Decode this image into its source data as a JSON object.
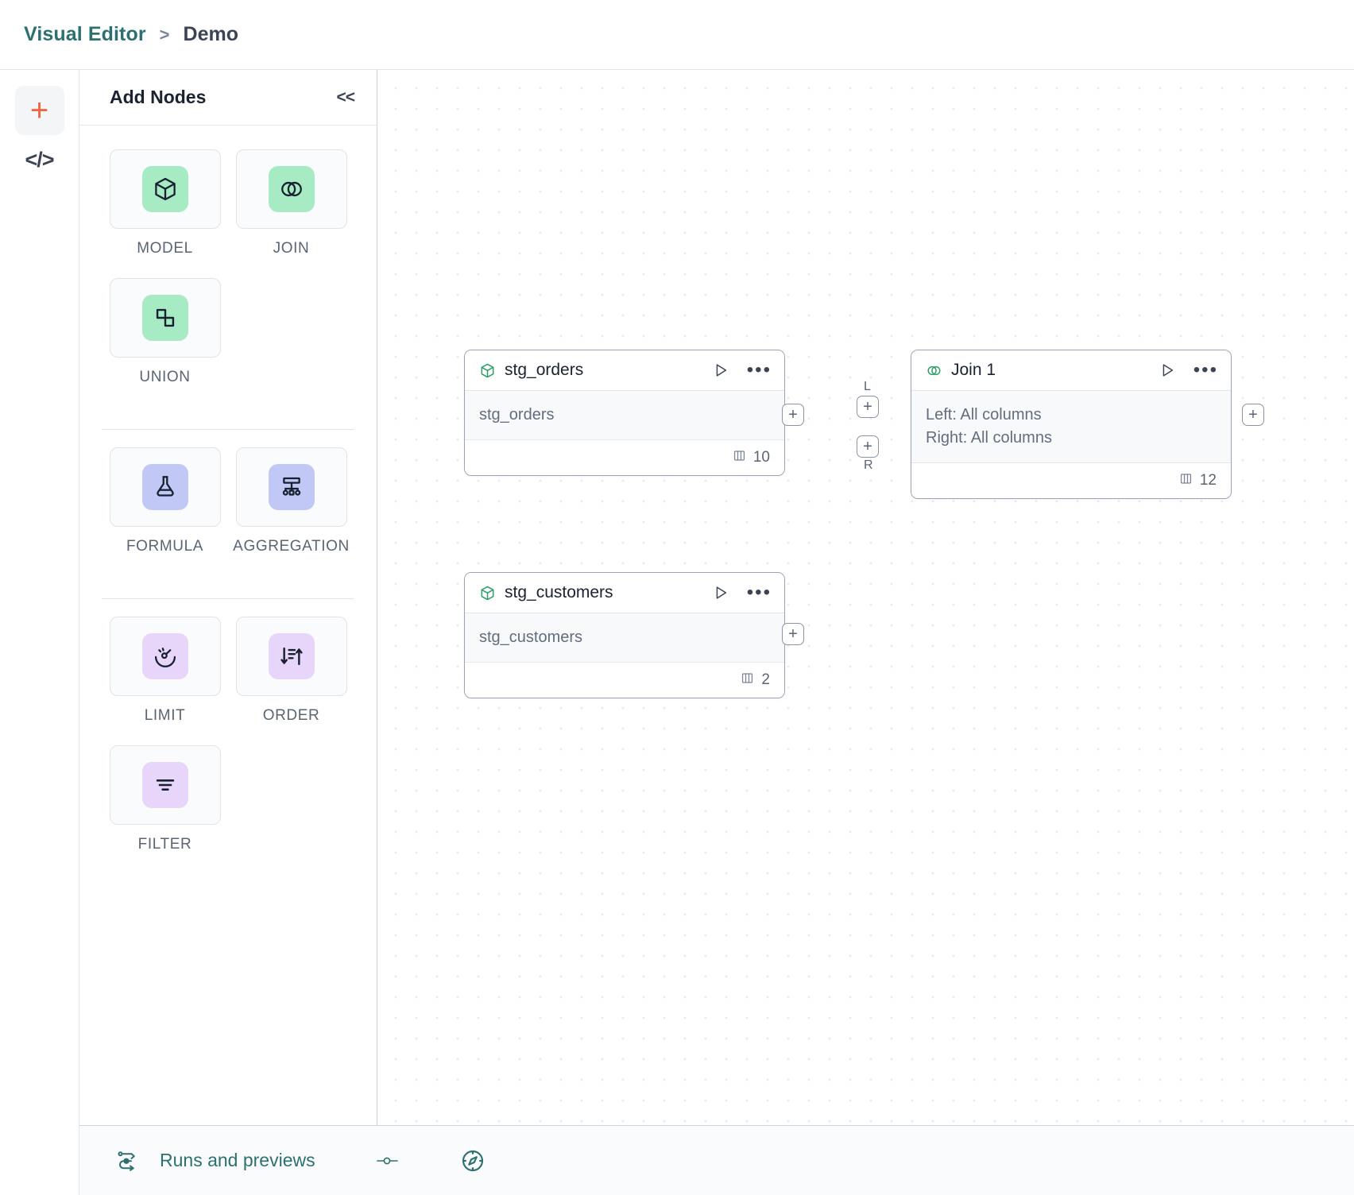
{
  "header": {
    "breadcrumb_root": "Visual Editor",
    "breadcrumb_separator": ">",
    "breadcrumb_current": "Demo"
  },
  "rail": {
    "add_icon": "plus-icon",
    "code_icon": "code-icon",
    "code_glyph": "</>",
    "plus_glyph": "+"
  },
  "panel": {
    "title": "Add Nodes",
    "collapse_glyph": "<<",
    "groups": [
      {
        "items": [
          {
            "label": "MODEL",
            "icon": "cube-icon",
            "color": "#a6ebc4"
          },
          {
            "label": "JOIN",
            "icon": "venn-circles-icon",
            "color": "#a6ebc4"
          },
          {
            "label": "UNION",
            "icon": "union-shapes-icon",
            "color": "#a6ebc4"
          }
        ]
      },
      {
        "items": [
          {
            "label": "FORMULA",
            "icon": "flask-icon",
            "color": "#c2c8f5"
          },
          {
            "label": "AGGREGATION",
            "icon": "hierarchy-icon",
            "color": "#c2c8f5"
          }
        ]
      },
      {
        "items": [
          {
            "label": "LIMIT",
            "icon": "gauge-icon",
            "color": "#e8d5fa"
          },
          {
            "label": "ORDER",
            "icon": "sort-arrows-icon",
            "color": "#e8d5fa"
          },
          {
            "label": "FILTER",
            "icon": "filter-lines-icon",
            "color": "#e8d5fa"
          }
        ]
      }
    ]
  },
  "canvas": {
    "nodes": [
      {
        "id": "stg_orders",
        "title": "stg_orders",
        "icon": "cube-icon",
        "body_lines": [
          "stg_orders"
        ],
        "column_count": "10",
        "column_icon": "columns-icon",
        "play_icon": "play-icon",
        "more_icon": "more-dots-icon"
      },
      {
        "id": "join_1",
        "title": "Join 1",
        "icon": "venn-circles-icon",
        "body_lines": [
          "Left: All columns",
          "Right: All columns"
        ],
        "column_count": "12",
        "column_icon": "columns-icon",
        "play_icon": "play-icon",
        "more_icon": "more-dots-icon",
        "input_labels": [
          "L",
          "R"
        ]
      },
      {
        "id": "stg_customers",
        "title": "stg_customers",
        "icon": "cube-icon",
        "body_lines": [
          "stg_customers"
        ],
        "column_count": "2",
        "column_icon": "columns-icon",
        "play_icon": "play-icon",
        "more_icon": "more-dots-icon"
      }
    ],
    "handle_glyph": "+"
  },
  "bottombar": {
    "runs_label": "Runs and previews",
    "runs_icon": "flow-runs-icon",
    "toggle_icon": "slider-toggle-icon",
    "compass_icon": "compass-icon"
  },
  "colors": {
    "brand_teal": "#2e7070",
    "accent_orange": "#f06543",
    "node_green": "#2f9e68",
    "panel_border": "#cfd4dc"
  }
}
